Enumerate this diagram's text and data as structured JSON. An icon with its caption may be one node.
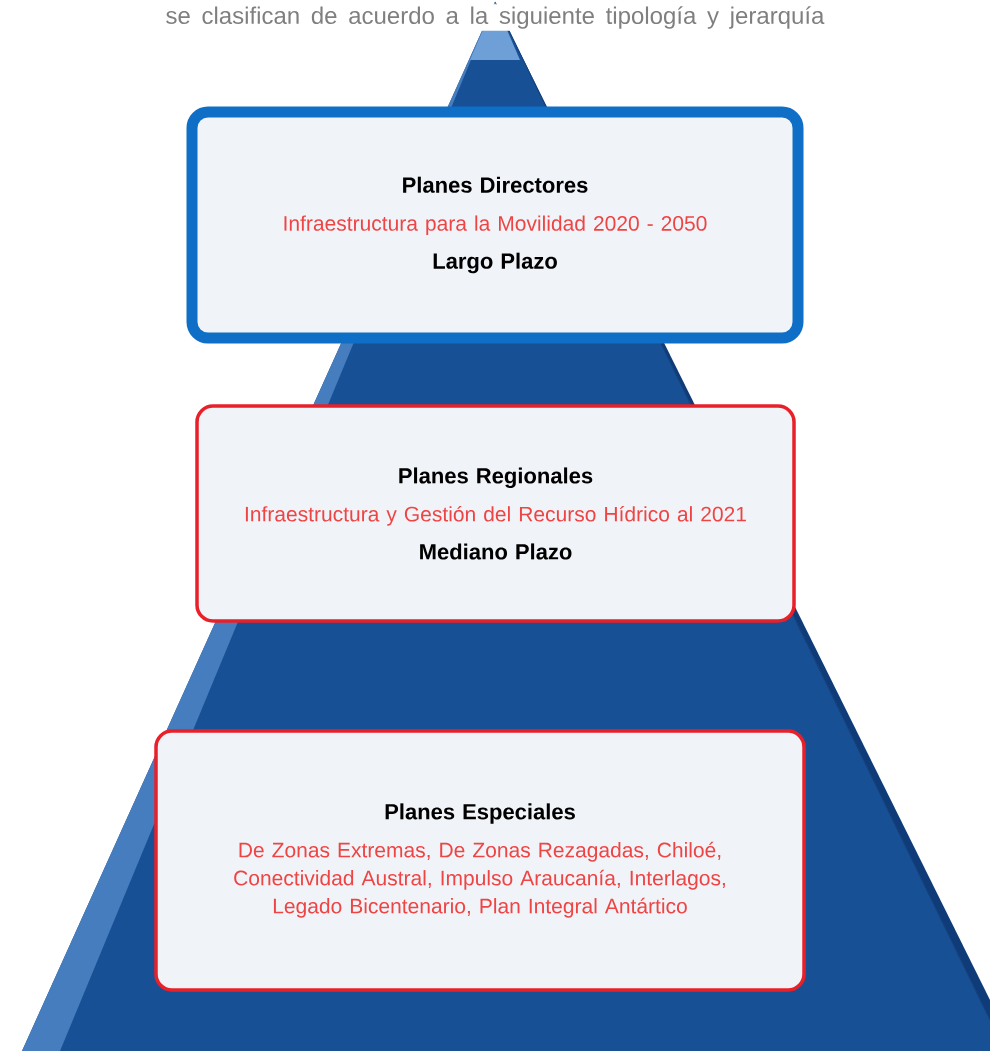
{
  "diagram": {
    "nodes": [
      {
        "text": [
          "Planes Directores",
          "Infraestructura para la Movilidad 2020 - 2050",
          "Largo Plazo"
        ]
      },
      {
        "text": [
          "Planes Regionales",
          "Infraestructura y Gestión del Recurso Hídrico al 2021",
          "Mediano Plazo"
        ]
      },
      {
        "text": [
          "Planes Especiales",
          "De Zonas Extremas, De Zonas Rezagadas, Chiloé, Conectividad Austral, Impulso Araucanía, Interlagos, Legado Bicentenario, Plan Integral Antártico"
        ]
      }
    ],
    "labels": [
      "se clasifican de acuerdo a la siguiente tipología y jerarquía"
    ]
  }
}
